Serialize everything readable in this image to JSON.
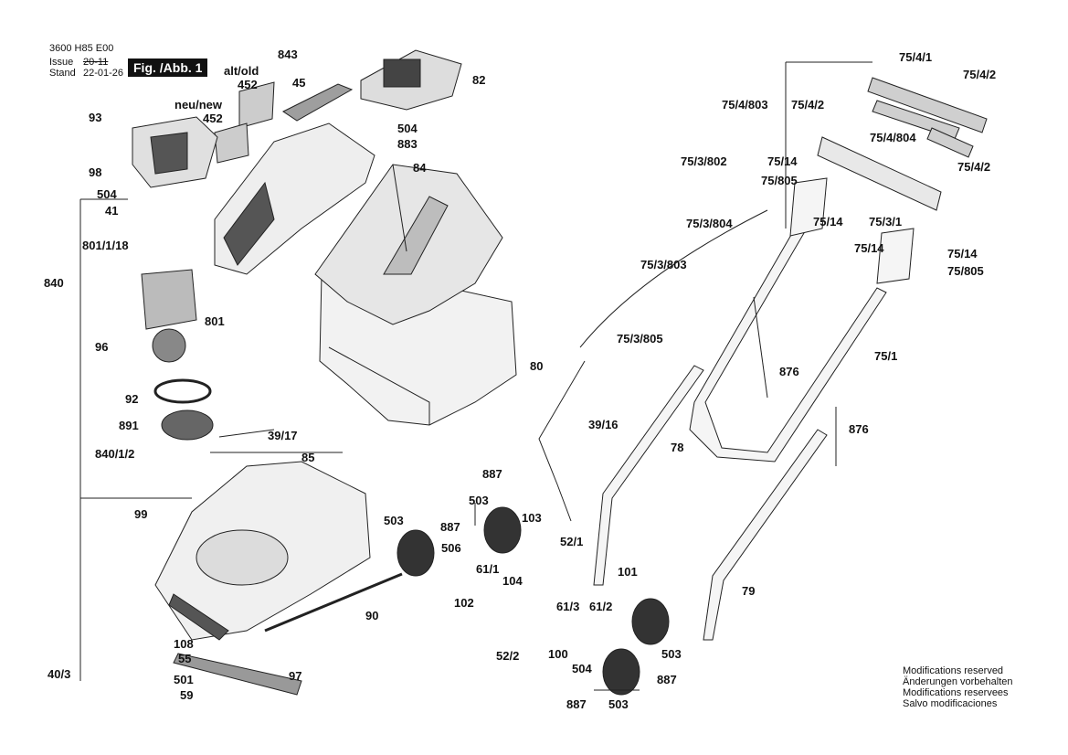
{
  "header": {
    "model_code": "3600 H85 E00",
    "issue_label": "Issue",
    "issue_value": "20-11",
    "stand_label": "Stand",
    "stand_value": "22-01-26",
    "figure_badge": "Fig. /Abb. 1"
  },
  "modifications": [
    "Modifications reserved",
    "Änderungen vorbehalten",
    "Modifications reservees",
    "Salvo modificaciones"
  ],
  "callouts": {
    "alt_old": "alt/old",
    "neu_new": "neu/new",
    "p452a": "452",
    "p452b": "452",
    "p843": "843",
    "p45": "45",
    "p82": "82",
    "p504a": "504",
    "p883": "883",
    "p84": "84",
    "p93": "93",
    "p98": "98",
    "p504b": "504",
    "p41": "41",
    "p801_1_18": "801/1/18",
    "p840": "840",
    "p801": "801",
    "p96": "96",
    "p92": "92",
    "p891": "891",
    "p840_1_2": "840/1/2",
    "p39_17": "39/17",
    "p85": "85",
    "p80": "80",
    "p99": "99",
    "p503a": "503",
    "p887a": "887",
    "p887b": "887",
    "p503b": "503",
    "p103": "103",
    "p506": "506",
    "p52_1": "52/1",
    "p61_1": "61/1",
    "p104": "104",
    "p102": "102",
    "p90": "90",
    "p101": "101",
    "p61_3": "61/3",
    "p61_2": "61/2",
    "p100": "100",
    "p503c": "503",
    "p504c": "504",
    "p887c": "887",
    "p887d": "887",
    "p503d": "503",
    "p52_2": "52/2",
    "p108": "108",
    "p55": "55",
    "p97": "97",
    "p501": "501",
    "p59": "59",
    "p40_3": "40/3",
    "p39_16": "39/16",
    "p78": "78",
    "p79": "79",
    "p75_1": "75/1",
    "p876a": "876",
    "p876b": "876",
    "p75_3_805": "75/3/805",
    "p75_3_803": "75/3/803",
    "p75_3_802": "75/3/802",
    "p75_3_804": "75/3/804",
    "p75_4_1": "75/4/1",
    "p75_4_2a": "75/4/2",
    "p75_4_803": "75/4/803",
    "p75_4_2b": "75/4/2",
    "p75_4_804": "75/4/804",
    "p75_4_2c": "75/4/2",
    "p75_14a": "75/14",
    "p75_805a": "75/805",
    "p75_14b": "75/14",
    "p75_3_1": "75/3/1",
    "p75_14c": "75/14",
    "p75_14d": "75/14",
    "p75_805b": "75/805"
  }
}
